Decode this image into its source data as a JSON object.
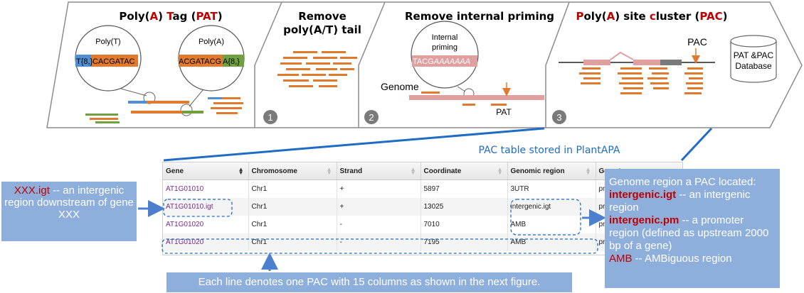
{
  "stages": {
    "pat": {
      "title_parts": [
        [
          "P",
          "#000000"
        ],
        [
          "oly(",
          "#000000"
        ],
        [
          "A",
          "#c00000"
        ],
        [
          ") ",
          "#000000"
        ],
        [
          "T",
          "#c00000"
        ],
        [
          "ag (",
          "#000000"
        ],
        [
          "PAT",
          "#c00000"
        ],
        [
          ")",
          "#000000"
        ]
      ],
      "polyt_label": "Poly(T)",
      "polya_label": "Poly(A)",
      "seq_left_t": "T{8,}",
      "seq_left_rest": "CACGATAC",
      "seq_right_main": "ACGATACG",
      "seq_right_a": "A{8,}"
    },
    "remove_tail": {
      "line1": "Remove",
      "line2": "poly(A/T) tail",
      "num": "1"
    },
    "internal": {
      "title": "Remove internal priming",
      "bubble_line1": "Internal",
      "bubble_line2": "priming",
      "seq_main": "TACG",
      "seq_italic": "AAAAAAA",
      "genome_label": "Genome",
      "pat_label": "PAT",
      "num": "2"
    },
    "pac": {
      "title_parts": [
        [
          "P",
          "#c00000"
        ],
        [
          "oly(",
          "#000000"
        ],
        [
          "A",
          "#c00000"
        ],
        [
          ") site ",
          "#000000"
        ],
        [
          "c",
          "#c00000"
        ],
        [
          "luster (",
          "#000000"
        ],
        [
          "PAC",
          "#c00000"
        ],
        [
          ")",
          "#000000"
        ]
      ],
      "pac_label": "PAC",
      "num": "3"
    },
    "database": {
      "line1": "PAT &PAC",
      "line2": "Database"
    }
  },
  "table_title": "PAC table stored in PlantAPA",
  "table": {
    "headers": [
      "Gene",
      "Chromosome",
      "Strand",
      "Coordinate",
      "Genomic region",
      "Gene type"
    ],
    "rows": [
      [
        "AT1G01010",
        "Chr1",
        "+",
        "5897",
        "3UTR",
        "pr"
      ],
      [
        "AT1G01010.igt",
        "Chr1",
        "+",
        "13025",
        "intergenic.igt",
        "pr"
      ],
      [
        "AT1G01020",
        "Chr1",
        "-",
        "7010",
        "AMB",
        "pr"
      ],
      [
        "AT1G01020",
        "Chr1",
        "-",
        "7195",
        "AMB",
        "pr"
      ]
    ]
  },
  "left_note": {
    "red": "XXX.igt",
    "rest": " -- an intergenic region downstream of gene XXX"
  },
  "right_note": {
    "heading": "Genome region a PAC located:",
    "items": [
      {
        "key": "intergenic.igt",
        "text": " -- an intergenic region",
        "bold": true
      },
      {
        "key": "intergenic.pm",
        "text": " -- a promoter region (defined as upstream 2000 bp of a gene)",
        "bold": true
      },
      {
        "key": "AMB",
        "text": " -- AMBiguous region",
        "bold": false
      }
    ]
  },
  "bottom_note": "Each line denotes one PAC with  15 columns as shown in the next figure.",
  "colors": {
    "orange": "#e07a2e",
    "pink": "#e0a0a0",
    "blue_note": "#8eaedb",
    "connector_blue": "#1f6cc4",
    "magenta": "#7a2a8c"
  }
}
